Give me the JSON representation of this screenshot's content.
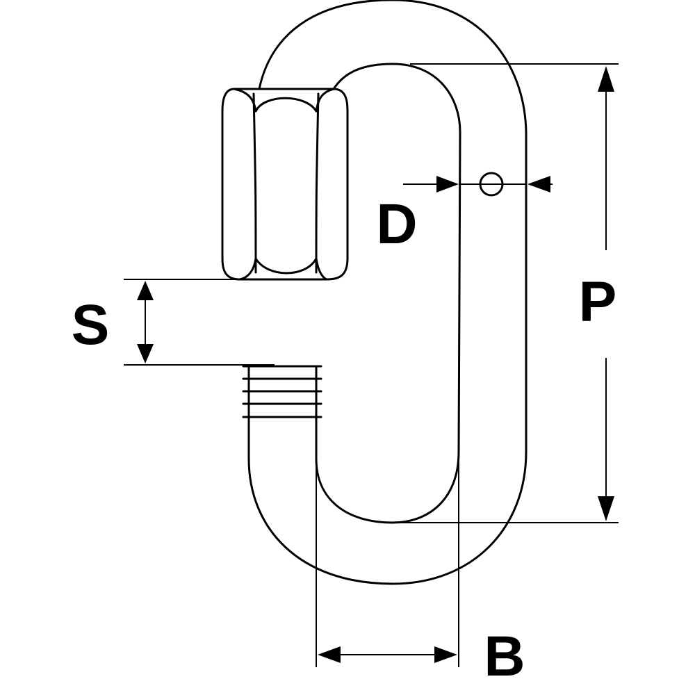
{
  "diagram": {
    "subject": "quick-link-with-threaded-nut",
    "labels": {
      "d": "D",
      "p": "P",
      "s": "S",
      "b": "B"
    }
  }
}
